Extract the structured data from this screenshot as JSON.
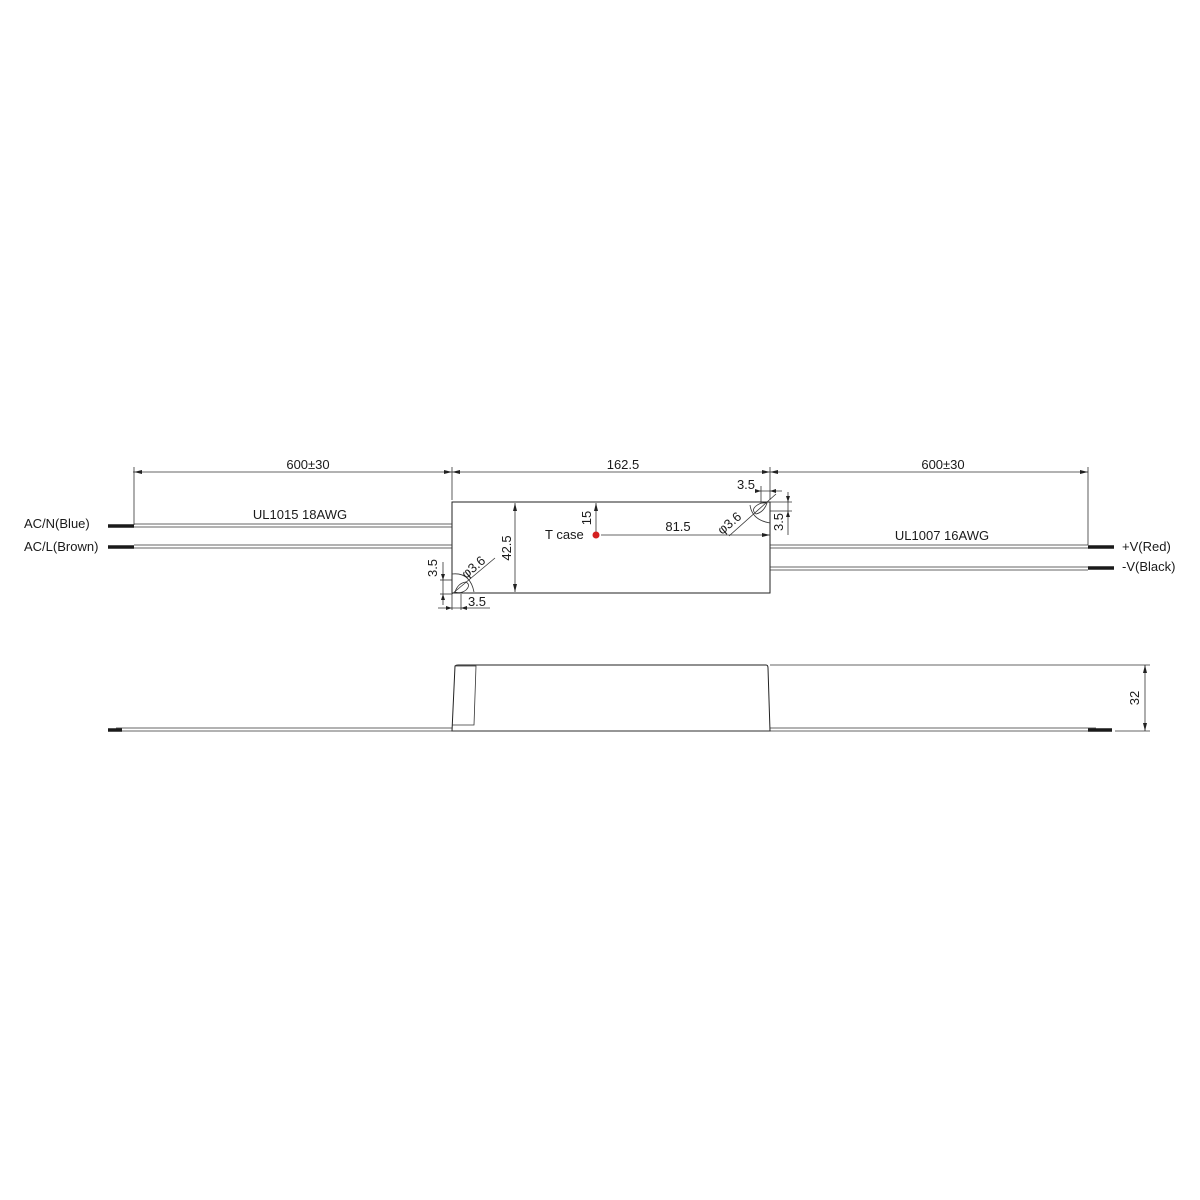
{
  "top_view": {
    "left_lead_length": "600±30",
    "body_length": "162.5",
    "right_lead_length": "600±30",
    "left_wire_spec": "UL1015 18AWG",
    "right_wire_spec": "UL1007 16AWG",
    "left_wires": [
      {
        "label": "AC/N(Blue)"
      },
      {
        "label": "AC/L(Brown)"
      }
    ],
    "right_wires": [
      {
        "label": "+V(Red)"
      },
      {
        "label": "-V(Black)"
      }
    ],
    "body_width": "42.5",
    "tcase_label": "T case",
    "tcase_offset_y": "15",
    "tcase_offset_x": "81.5",
    "tcase_color": "#d42020",
    "mount_hole_left": {
      "diameter": "φ3.6",
      "offset_x": "3.5",
      "offset_y": "3.5"
    },
    "mount_hole_right": {
      "diameter": "φ3.6",
      "offset_x": "3.5",
      "offset_y": "3.5"
    }
  },
  "side_view": {
    "height": "32"
  }
}
